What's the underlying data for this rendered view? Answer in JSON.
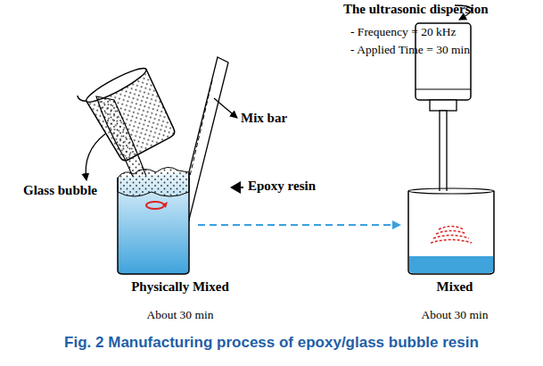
{
  "diagram": {
    "caption": "Fig. 2 Manufacturing process of epoxy/glass bubble resin",
    "nodes": [
      {
        "text": [
          "Physically Mixed",
          "About 30 min"
        ]
      },
      {
        "text": [
          "Mixed",
          "About 30 min"
        ]
      }
    ],
    "edges": [
      {
        "from": 0,
        "to": 1,
        "arrow": "to"
      }
    ],
    "labels": [
      "The ultrasonic dispersion",
      "- Frequency = 20 kHz",
      "- Applied Time = 30 min",
      "Glass bubble",
      "Mix bar",
      "Epoxy resin"
    ]
  }
}
